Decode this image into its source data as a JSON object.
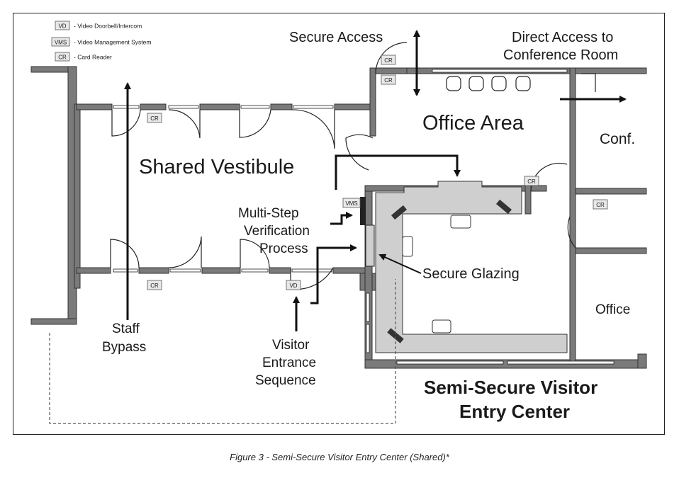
{
  "legend": [
    {
      "code": "VD",
      "text": "- Video Doorbell/Intercom"
    },
    {
      "code": "VMS",
      "text": "- Video Management System"
    },
    {
      "code": "CR",
      "text": "- Card Reader"
    }
  ],
  "labels": {
    "secure_access": "Secure Access",
    "direct_access_line1": "Direct Access to",
    "direct_access_line2": "Conference Room",
    "office_area": "Office Area",
    "conf": "Conf.",
    "shared_vestibule": "Shared Vestibule",
    "multi_step_line1": "Multi-Step",
    "multi_step_line2": "Verification",
    "multi_step_line3": "Process",
    "secure_glazing": "Secure Glazing",
    "office": "Office",
    "staff_line1": "Staff",
    "staff_line2": "Bypass",
    "visitor_line1": "Visitor",
    "visitor_line2": "Entrance",
    "visitor_line3": "Sequence",
    "title_line1": "Semi-Secure Visitor",
    "title_line2": "Entry Center"
  },
  "device_tags": {
    "cr": "CR",
    "vd": "VD",
    "vms": "VMS"
  },
  "caption": "Figure 3 - Semi-Secure Visitor Entry Center (Shared)*",
  "colors": {
    "wall": "#7a7a7a",
    "wall_edge": "#333333",
    "desk": "#cfcfcf",
    "tag_bg": "#e8e8e8",
    "line": "#111111"
  }
}
